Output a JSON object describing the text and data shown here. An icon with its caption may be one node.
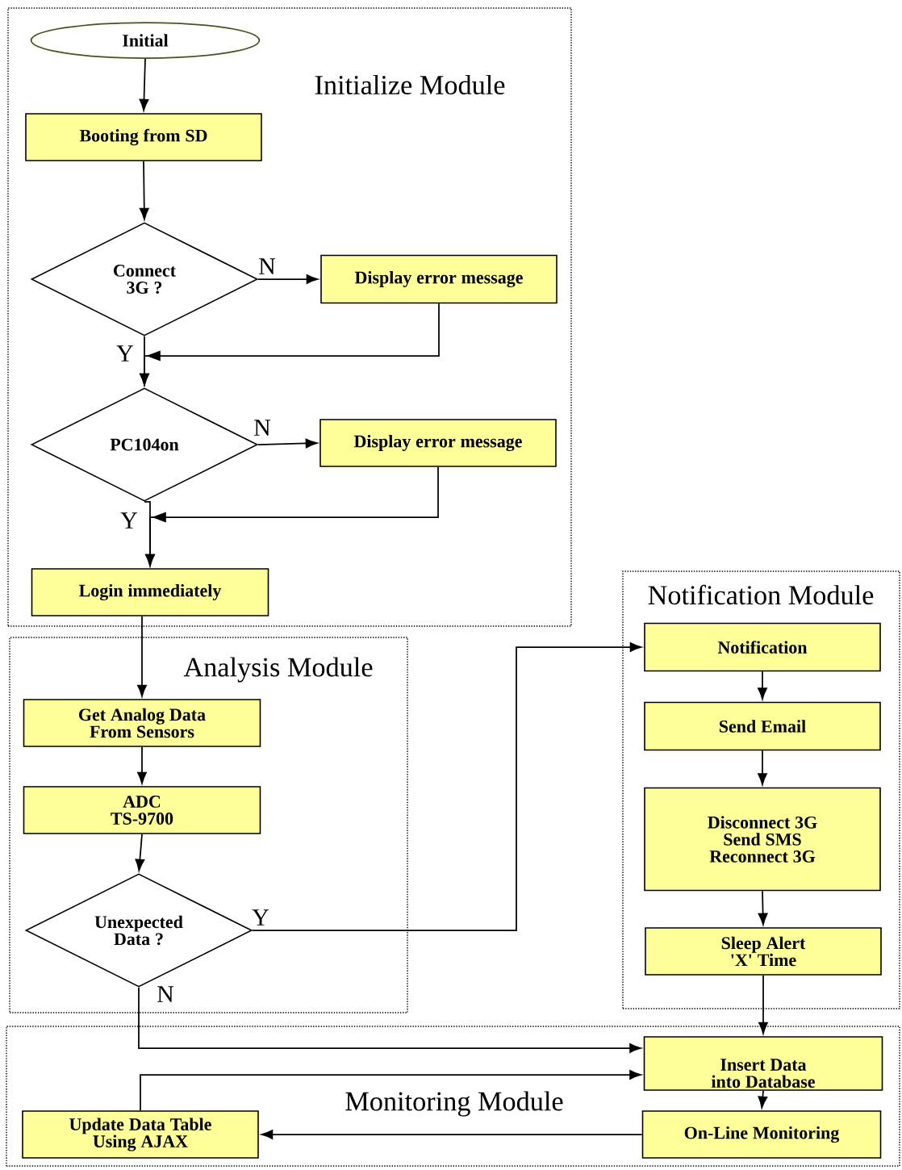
{
  "diagram": {
    "nodes": [
      {
        "text": [
          "Initialize Module"
        ]
      },
      {
        "text": [
          "Initial"
        ],
        "in": 0
      },
      {
        "text": [
          "Booting from SD"
        ],
        "in": 0
      },
      {
        "text": [
          "Connect 3G ?"
        ],
        "in": 0
      },
      {
        "text": [
          "Display error message"
        ],
        "in": 0
      },
      {
        "text": [
          "PC104on"
        ],
        "in": 0
      },
      {
        "text": [
          "Display error message"
        ],
        "in": 0
      },
      {
        "text": [
          "Login immediately"
        ],
        "in": 0
      },
      {
        "text": [
          "Analysis Module"
        ]
      },
      {
        "text": [
          "Get Analog Data From Sensors"
        ],
        "in": 8
      },
      {
        "text": [
          "ADC TS-9700"
        ],
        "in": 8
      },
      {
        "text": [
          "Unexpected Data ?"
        ],
        "in": 8
      },
      {
        "text": [
          "Notification Module"
        ]
      },
      {
        "text": [
          "Notification"
        ],
        "in": 12
      },
      {
        "text": [
          "Send Email"
        ],
        "in": 12
      },
      {
        "text": [
          "Disconnect 3G Send SMS Reconnect 3G"
        ],
        "in": 12
      },
      {
        "text": [
          "Sleep Alert 'X' Time"
        ],
        "in": 12
      },
      {
        "text": [
          "Monitoring Module"
        ]
      },
      {
        "text": [
          "Insert Data into Database"
        ],
        "in": 17
      },
      {
        "text": [
          "Update Data Table Using AJAX"
        ],
        "in": 17
      },
      {
        "text": [
          "On-Line Monitoring"
        ],
        "in": 17
      }
    ],
    "edges": [
      {
        "from": 1,
        "to": 2,
        "arrow": "to"
      },
      {
        "from": 2,
        "to": 3,
        "arrow": "to"
      },
      {
        "from": 3,
        "to": 4,
        "arrow": "to",
        "label": "N"
      },
      {
        "from": 4,
        "to": 5,
        "arrow": "to"
      },
      {
        "from": 3,
        "to": 5,
        "arrow": "to",
        "label": "Y"
      },
      {
        "from": 5,
        "to": 6,
        "arrow": "to",
        "label": "N"
      },
      {
        "from": 6,
        "to": 7,
        "arrow": "to"
      },
      {
        "from": 5,
        "to": 7,
        "arrow": "to",
        "label": "Y"
      },
      {
        "from": 7,
        "to": 9,
        "arrow": "to"
      },
      {
        "from": 9,
        "to": 10,
        "arrow": "to"
      },
      {
        "from": 10,
        "to": 11,
        "arrow": "to"
      },
      {
        "from": 11,
        "to": 13,
        "arrow": "to",
        "label": "Y"
      },
      {
        "from": 11,
        "to": 18,
        "arrow": "to",
        "label": "N"
      },
      {
        "from": 13,
        "to": 14,
        "arrow": "to"
      },
      {
        "from": 14,
        "to": 15,
        "arrow": "to"
      },
      {
        "from": 15,
        "to": 16,
        "arrow": "to"
      },
      {
        "from": 16,
        "to": 18,
        "arrow": "to"
      },
      {
        "from": 18,
        "to": 20,
        "arrow": "to"
      },
      {
        "from": 20,
        "to": 19,
        "arrow": "to"
      },
      {
        "from": 19,
        "to": 18,
        "arrow": "to"
      }
    ]
  }
}
